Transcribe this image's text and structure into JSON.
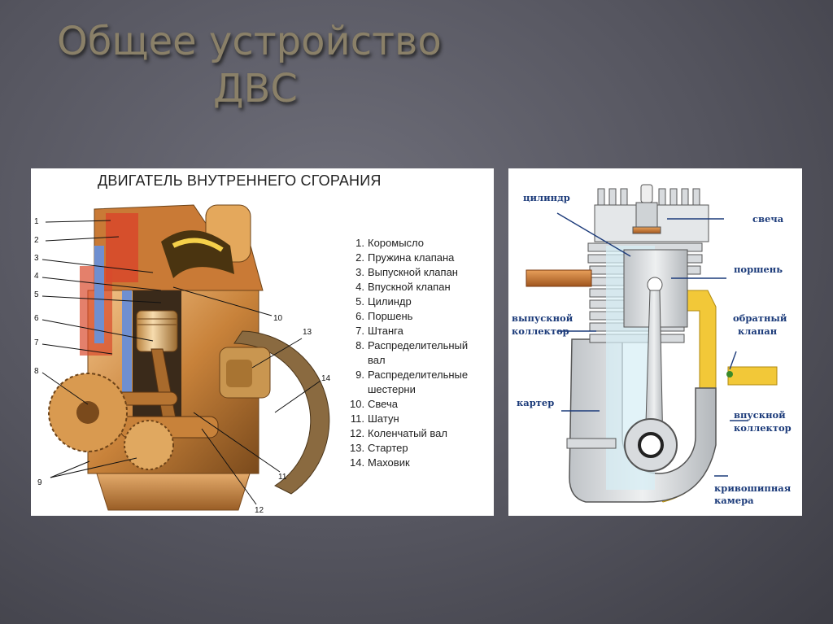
{
  "title": {
    "line1": "Общее устройство",
    "line2": "ДВС"
  },
  "left_diagram": {
    "heading": "ДВИГАТЕЛЬ ВНУТРЕННЕГО СГОРАНИЯ",
    "callouts": [
      "1",
      "2",
      "3",
      "4",
      "5",
      "6",
      "7",
      "8",
      "9",
      "10",
      "11",
      "12",
      "13",
      "14"
    ],
    "legend": [
      {
        "num": "1.",
        "text": "Коромысло"
      },
      {
        "num": "2.",
        "text": "Пружина клапана"
      },
      {
        "num": "3.",
        "text": "Выпускной клапан"
      },
      {
        "num": "4.",
        "text": "Впускной клапан"
      },
      {
        "num": "5.",
        "text": "Цилиндр"
      },
      {
        "num": "6.",
        "text": "Поршень"
      },
      {
        "num": "7.",
        "text": "Штанга"
      },
      {
        "num": "8.",
        "text": "Распределительный",
        "cont": "вал"
      },
      {
        "num": "9.",
        "text": "Распределительные",
        "cont": "шестерни"
      },
      {
        "num": "10.",
        "text": "Свеча"
      },
      {
        "num": "11.",
        "text": "Шатун"
      },
      {
        "num": "12.",
        "text": "Коленчатый вал"
      },
      {
        "num": "13.",
        "text": "Стартер"
      },
      {
        "num": "14.",
        "text": "Маховик"
      }
    ]
  },
  "right_diagram": {
    "labels": {
      "cylinder": "цилиндр",
      "spark_plug": "свеча",
      "piston": "поршень",
      "exhaust_1": "выпускной",
      "exhaust_2": "коллектор",
      "check_valve_1": "обратный",
      "check_valve_2": "клапан",
      "crankcase": "картер",
      "intake_1": "впускной",
      "intake_2": "коллектор",
      "crank_chamber_1": "кривошипная",
      "crank_chamber_2": "камера"
    }
  },
  "colors": {
    "accent_label": "#1c3b7a",
    "title": "#8a8068",
    "bronze": "#c8823a",
    "yellow": "#f2c838"
  }
}
